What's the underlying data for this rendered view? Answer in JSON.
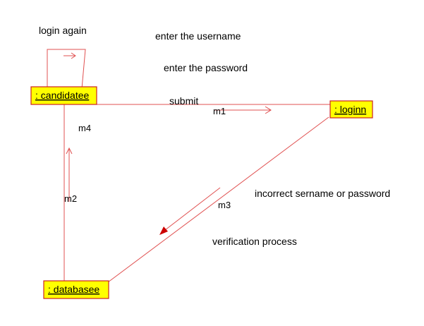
{
  "objects": {
    "candidate": ": candidatee",
    "login": ": loginn",
    "database": ": databasee"
  },
  "messages": {
    "self": "login again",
    "enter_username": "enter the username",
    "enter_password": "enter the password",
    "submit": "submit",
    "incorrect": "incorrect sername or password",
    "verification": "verification process"
  },
  "message_ids": {
    "m1": "m1",
    "m2": "m2",
    "m3": "m3",
    "m4": "m4"
  },
  "colors": {
    "object_fill": "#ffff00",
    "line": "#e05050",
    "arrow_head": "#cc0000"
  }
}
